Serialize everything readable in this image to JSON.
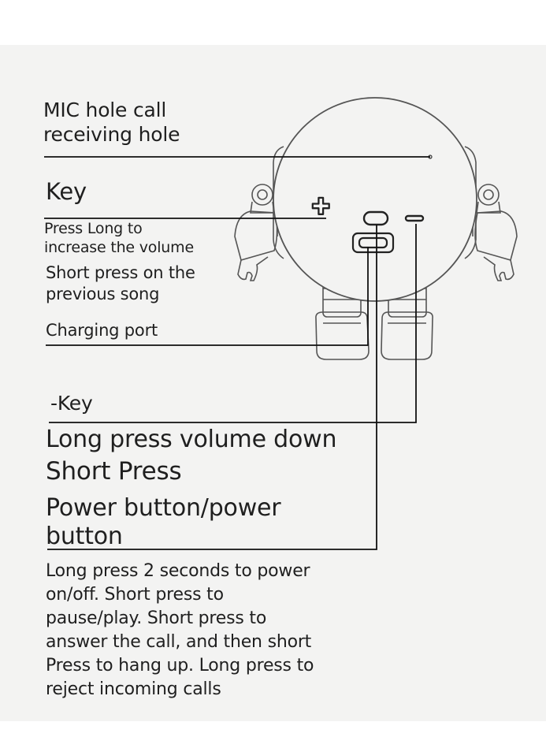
{
  "labels": {
    "mic": [
      "MIC hole call",
      "receiving hole"
    ],
    "key_title": "Key",
    "key_desc": [
      "Press Long to",
      "increase the volume"
    ],
    "prev_song": [
      "Short press on the",
      "previous song"
    ],
    "charging_port": "Charging port",
    "minus_key": "-Key",
    "long_press": "Long press volume down",
    "short_press": "Short Press",
    "power_title": [
      "Power button/power",
      "button"
    ],
    "power_desc": [
      "Long press 2 seconds to power",
      "on/off. Short press to",
      "pause/play. Short press to",
      "answer the call, and then short",
      "Press to hang up. Long press to",
      "reject incoming calls"
    ]
  },
  "icons": [
    "plus-icon",
    "power-button-icon",
    "minus-icon",
    "charging-port-icon",
    "mic-hole-icon"
  ],
  "colors": {
    "panel": "#f3f3f2",
    "text": "#1f1f1f",
    "line": "#111111"
  }
}
